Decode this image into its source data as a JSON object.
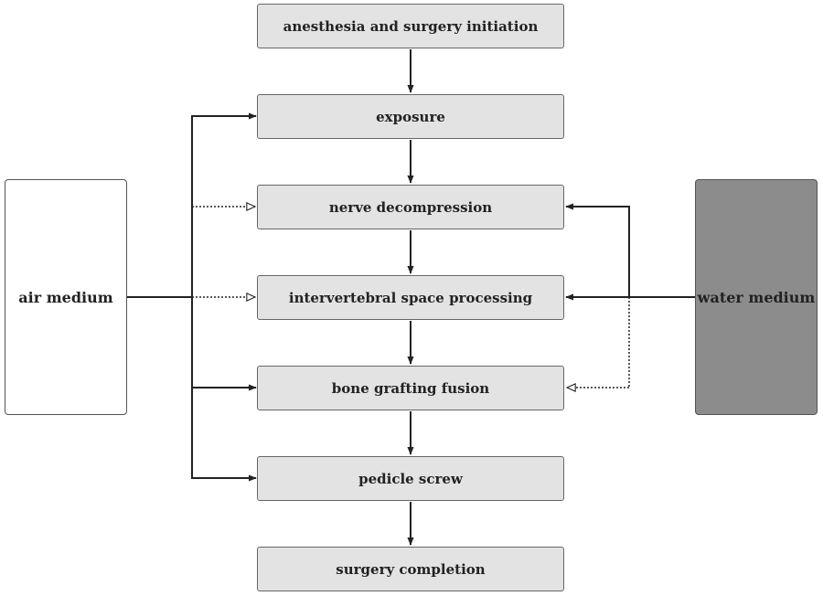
{
  "steps": [
    "anesthesia and surgery initiation",
    "exposure",
    "nerve decompression",
    "intervertebral space processing",
    "bone grafting fusion",
    "pedicle screw",
    "surgery completion"
  ],
  "media": {
    "air": "air medium",
    "water": "water medium"
  },
  "colors": {
    "step_fill": "#e3e3e3",
    "air_fill": "#ffffff",
    "water_fill": "#8c8c8c",
    "line": "#222222"
  }
}
